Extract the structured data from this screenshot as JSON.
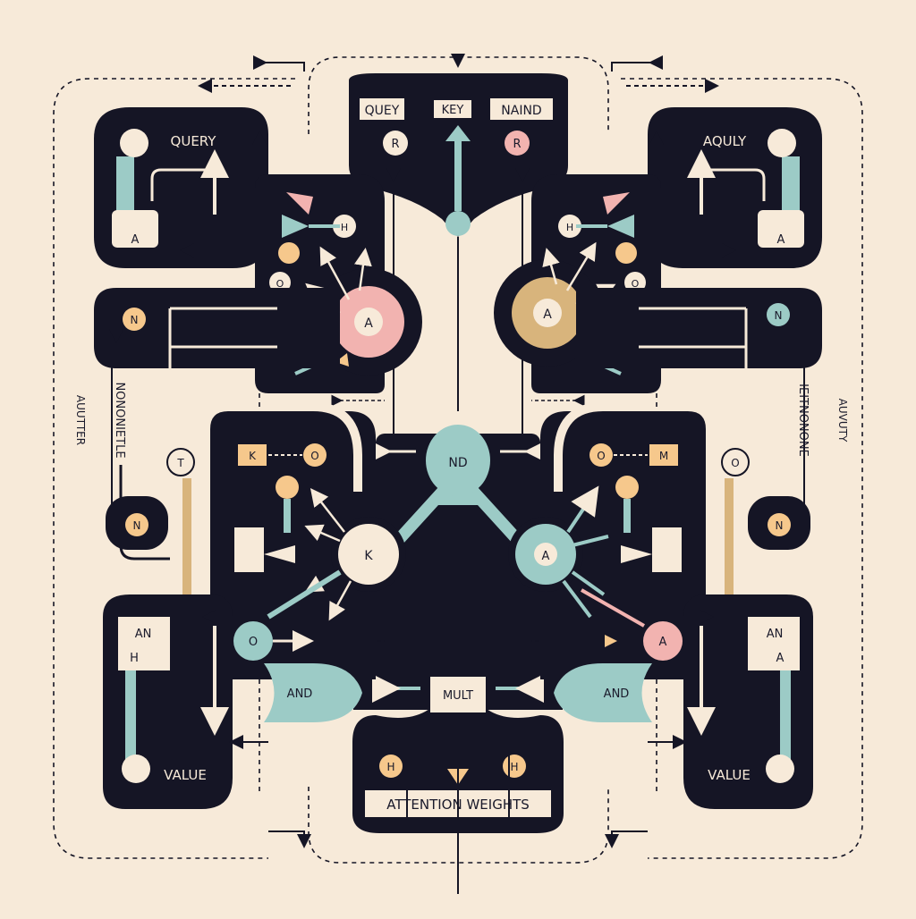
{
  "colors": {
    "background": "#f7ead9",
    "ink": "#151525",
    "teal": "#9ccbc6",
    "pink": "#f2b3b0",
    "peach": "#f6c88c",
    "tan": "#d8b47c",
    "cream": "#f7ead9"
  },
  "top_panel": {
    "query_label": "QUEY",
    "key_label": "KEY",
    "third_label": "NAIND",
    "node_left": "R",
    "node_right": "R"
  },
  "bottom_panel": {
    "title": "ATTENTION WEIGHTS",
    "node_left": "H",
    "node_right": "H"
  },
  "center": {
    "top_node": "ND",
    "mult_label": "MULT"
  },
  "left": {
    "query_label": "QUERY",
    "value_label": "VALUE",
    "a_tile": "A",
    "an_label": "AN",
    "h_label": "H",
    "vertical_text": "NONONIETLE",
    "outer_vertical": "AUUTTER",
    "n_top": "N",
    "n_bottom": "N",
    "t_node": "T",
    "k_chip": "K",
    "o_chip": "O",
    "h_node": "H",
    "o_small": "O",
    "a_node": "A",
    "k_node": "K",
    "o_node": "O",
    "and_gate": "AND"
  },
  "right": {
    "query_label": "AQULY",
    "value_label": "VALUE",
    "a_tile": "A",
    "an_label": "AN",
    "a_label": "A",
    "vertical_text": "IEITNONONE",
    "outer_vertical": "AUVUTY",
    "n_top": "N",
    "n_bottom": "N",
    "o_node": "O",
    "o_chip": "O",
    "m_chip": "M",
    "h_node": "H",
    "o_small": "O",
    "a_node": "A",
    "a_node2": "A",
    "a_side": "A",
    "and_gate": "AND"
  }
}
